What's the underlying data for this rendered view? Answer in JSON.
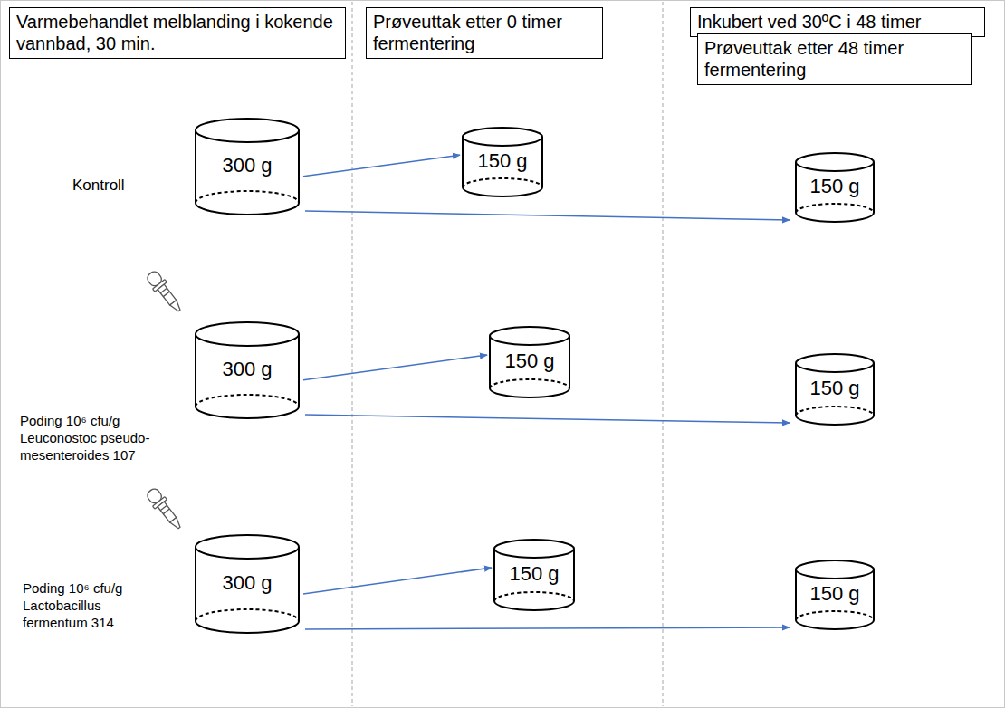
{
  "diagram": {
    "nodes": [
      {
        "text": [
          "Varmebehandlet melblanding i kokende vannbad, 30 min."
        ]
      },
      {
        "text": [
          "Prøveuttak etter 0 timer fermentering"
        ]
      },
      {
        "text": [
          "Inkubert ved 30ºC i 48 timer"
        ]
      },
      {
        "text": [
          "Prøveuttak etter 48 timer fermentering"
        ]
      },
      {
        "text": [
          "300 g"
        ]
      },
      {
        "text": [
          "150 g"
        ]
      },
      {
        "text": [
          "150 g"
        ]
      },
      {
        "text": [
          "300 g"
        ]
      },
      {
        "text": [
          "150 g"
        ]
      },
      {
        "text": [
          "150 g"
        ]
      },
      {
        "text": [
          "300 g"
        ]
      },
      {
        "text": [
          "150 g"
        ]
      },
      {
        "text": [
          "150 g"
        ]
      }
    ],
    "edges": [
      {
        "from": 4,
        "to": 5,
        "arrow": "to"
      },
      {
        "from": 4,
        "to": 6,
        "arrow": "to"
      },
      {
        "from": 7,
        "to": 8,
        "arrow": "to"
      },
      {
        "from": 7,
        "to": 9,
        "arrow": "to"
      },
      {
        "from": 10,
        "to": 11,
        "arrow": "to"
      },
      {
        "from": 10,
        "to": 12,
        "arrow": "to"
      }
    ],
    "labels": [
      "Kontroll",
      "Poding 10⁶ cfu/g Leuconostoc pseudo-mesenteroides 107",
      "Poding 10⁶ cfu/g Lactobacillus fermentum 314"
    ]
  }
}
